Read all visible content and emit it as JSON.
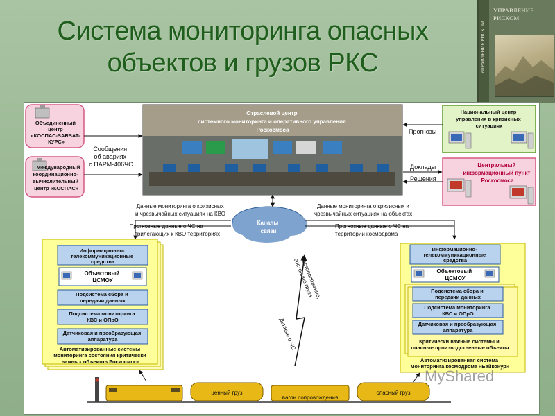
{
  "slide": {
    "title_line1": "Система мониторинга опасных",
    "title_line2": "объектов и грузов РКС"
  },
  "book": {
    "cover_title_line1": "УПРАВЛЕНИЕ",
    "cover_title_line2": "РИСКОМ",
    "spine_text": "УПРАВЛЕНИЕ РИСКОМ"
  },
  "diagram": {
    "top_left_center": {
      "lines": [
        "Объединенный",
        "центр",
        "«КОСПАС-SARSAT-",
        "КУРС»"
      ]
    },
    "mid_left_center": {
      "lines": [
        "Международный",
        "координационно-",
        "вычислительный",
        "центр «КОСПАС»"
      ]
    },
    "alerts_label": [
      "Сообщения",
      "об авариях",
      "с ПАРМ-406ЧС"
    ],
    "central_center": {
      "lines": [
        "Отраслевой центр",
        "системного мониторинга и оперативного управления",
        "Роскосмоса"
      ]
    },
    "national_center": {
      "lines": [
        "Национальный центр",
        "управления в кризисных",
        "ситуациях"
      ]
    },
    "info_point": {
      "lines": [
        "Центральный",
        "информационный пункт",
        "Роскосмоса"
      ]
    },
    "forecasts_label": "Прогнозы",
    "reports_label": "Доклады",
    "decisions_label": "Решения",
    "channels_label": [
      "Каналы",
      "связи"
    ],
    "left_top_caption": [
      "Данные мониторинга о кризисных",
      "и чрезвычайных ситуациях на КВО"
    ],
    "left_bottom_caption": [
      "Прогнозные данные о ЧС на",
      "прилегающих к КВО территориях"
    ],
    "right_top_caption": [
      "Данные мониторинга о кризисных и",
      "чрезвычайных ситуациях на объектах"
    ],
    "right_bottom_caption": [
      "Прогнозные  данные о ЧС на",
      "территории космодрома"
    ],
    "location_label": [
      "Местоположение,",
      "состояние груза"
    ],
    "emergency_data_label": "Данные о ЧС",
    "left_stack": {
      "items": [
        [
          "Информационно-",
          "телекоммуникационные",
          "средства"
        ],
        [
          "Объектовый",
          "ЦСМОУ"
        ],
        [
          "Подсистема сбора и",
          "передачи данных"
        ],
        [
          "Подсистема мониторинга",
          "КВС и ОПрО"
        ],
        [
          "Датчиковая и преобразующая",
          "аппаратура"
        ]
      ],
      "footer": [
        "Автоматизированные системы",
        "мониторинга состояния критически",
        "важных объектов Роскосмоса"
      ]
    },
    "right_stack": {
      "items": [
        [
          "Информационно-",
          "телекоммуникационные",
          "средства"
        ],
        [
          "Объектовый",
          "ЦСМОУ"
        ],
        [
          "Подсистема сбора и",
          "передачи данных"
        ],
        [
          "Подсистема мониторинга",
          "КВС и ОПрО"
        ],
        [
          "Датчиковая и преобразующая",
          "аппаратура"
        ]
      ],
      "critical": [
        "Критически важные системы и",
        "опасные производственные объекты"
      ],
      "footer": [
        "Автоматизированная система",
        "мониторинга космодрома «Байконур»"
      ]
    },
    "train": {
      "valuable_cargo": "ценный груз",
      "escort_car": "вагон сопровождения",
      "dangerous_cargo": "опасный груз"
    }
  },
  "watermark": "MyShared",
  "colors": {
    "pink": "#f7d3e0",
    "pink_border": "#d55a84",
    "green_box": "#e3f3c8",
    "green_border": "#5e9a2a",
    "yellow": "#ffff9a",
    "yellow_border": "#c4b900",
    "blue_item": "#b9d2ee",
    "blue_border": "#2b5b99",
    "title": "#1f5e1c",
    "train": "#e7b816"
  }
}
